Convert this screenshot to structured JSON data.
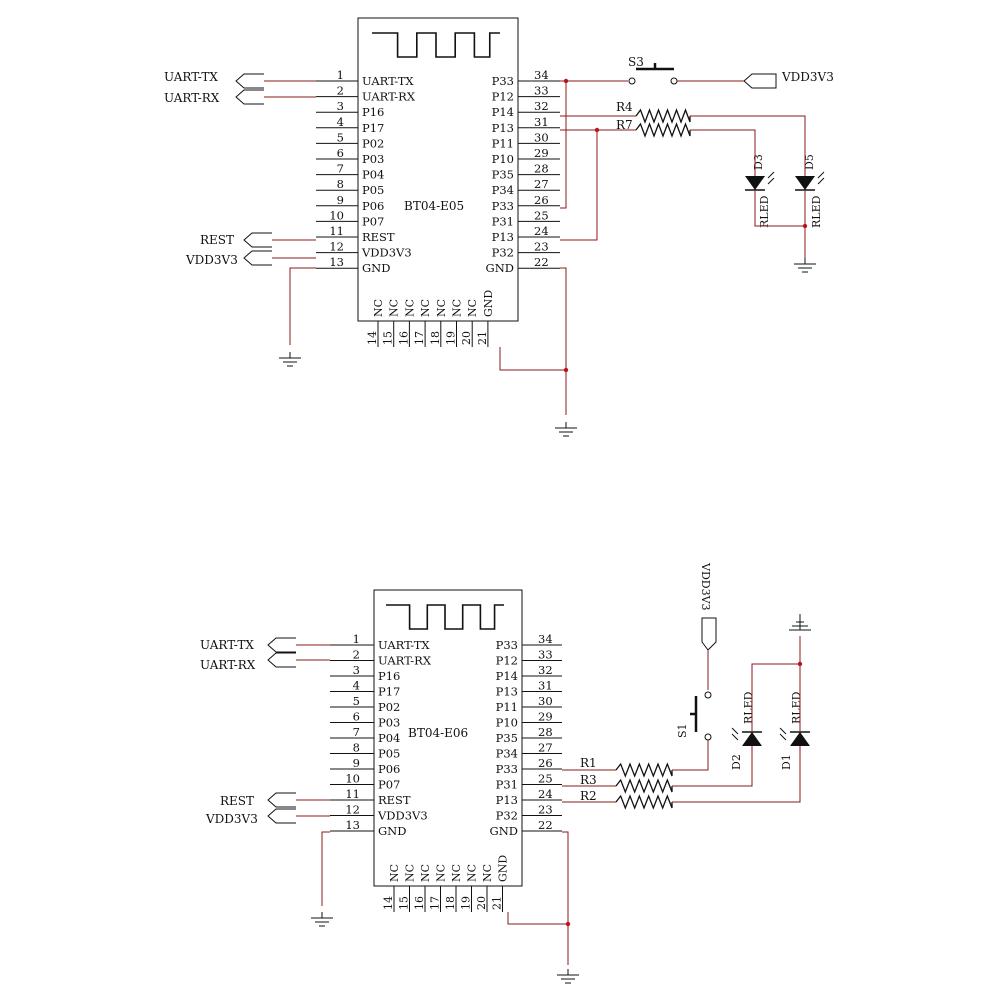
{
  "colors": {
    "wire": "#8b1a1a",
    "ink": "#111111",
    "junction": "#c0141c"
  },
  "schematics": [
    {
      "chip_name": "BT04-E05",
      "left_pins": [
        {
          "num": "1",
          "name": "UART-TX"
        },
        {
          "num": "2",
          "name": "UART-RX"
        },
        {
          "num": "3",
          "name": "P16"
        },
        {
          "num": "4",
          "name": "P17"
        },
        {
          "num": "5",
          "name": "P02"
        },
        {
          "num": "6",
          "name": "P03"
        },
        {
          "num": "7",
          "name": "P04"
        },
        {
          "num": "8",
          "name": "P05"
        },
        {
          "num": "9",
          "name": "P06"
        },
        {
          "num": "10",
          "name": "P07"
        },
        {
          "num": "11",
          "name": "REST"
        },
        {
          "num": "12",
          "name": "VDD3V3"
        },
        {
          "num": "13",
          "name": "GND"
        }
      ],
      "right_pins": [
        {
          "num": "34",
          "name": "P33"
        },
        {
          "num": "33",
          "name": "P12"
        },
        {
          "num": "32",
          "name": "P14"
        },
        {
          "num": "31",
          "name": "P13"
        },
        {
          "num": "30",
          "name": "P11"
        },
        {
          "num": "29",
          "name": "P10"
        },
        {
          "num": "28",
          "name": "P35"
        },
        {
          "num": "27",
          "name": "P34"
        },
        {
          "num": "26",
          "name": "P33"
        },
        {
          "num": "25",
          "name": "P31"
        },
        {
          "num": "24",
          "name": "P13"
        },
        {
          "num": "23",
          "name": "P32"
        },
        {
          "num": "22",
          "name": "GND"
        }
      ],
      "bottom_pins": [
        {
          "num": "14",
          "name": "NC"
        },
        {
          "num": "15",
          "name": "NC"
        },
        {
          "num": "16",
          "name": "NC"
        },
        {
          "num": "17",
          "name": "NC"
        },
        {
          "num": "18",
          "name": "NC"
        },
        {
          "num": "19",
          "name": "NC"
        },
        {
          "num": "20",
          "name": "NC"
        },
        {
          "num": "21",
          "name": "GND"
        }
      ],
      "net_labels": {
        "uart_tx": "UART-TX",
        "uart_rx": "UART-RX",
        "rest": "REST",
        "vdd": "VDD3V3",
        "vdd_right": "VDD3V3"
      },
      "switch": "S3",
      "resistors": [
        "R4",
        "R7"
      ],
      "leds": [
        {
          "ref": "D3",
          "part": "RLED"
        },
        {
          "ref": "D5",
          "part": "RLED"
        }
      ]
    },
    {
      "chip_name": "BT04-E06",
      "left_pins": [
        {
          "num": "1",
          "name": "UART-TX"
        },
        {
          "num": "2",
          "name": "UART-RX"
        },
        {
          "num": "3",
          "name": "P16"
        },
        {
          "num": "4",
          "name": "P17"
        },
        {
          "num": "5",
          "name": "P02"
        },
        {
          "num": "6",
          "name": "P03"
        },
        {
          "num": "7",
          "name": "P04"
        },
        {
          "num": "8",
          "name": "P05"
        },
        {
          "num": "9",
          "name": "P06"
        },
        {
          "num": "10",
          "name": "P07"
        },
        {
          "num": "11",
          "name": "REST"
        },
        {
          "num": "12",
          "name": "VDD3V3"
        },
        {
          "num": "13",
          "name": "GND"
        }
      ],
      "right_pins": [
        {
          "num": "34",
          "name": "P33"
        },
        {
          "num": "33",
          "name": "P12"
        },
        {
          "num": "32",
          "name": "P14"
        },
        {
          "num": "31",
          "name": "P13"
        },
        {
          "num": "30",
          "name": "P11"
        },
        {
          "num": "29",
          "name": "P10"
        },
        {
          "num": "28",
          "name": "P35"
        },
        {
          "num": "27",
          "name": "P34"
        },
        {
          "num": "26",
          "name": "P33"
        },
        {
          "num": "25",
          "name": "P31"
        },
        {
          "num": "24",
          "name": "P13"
        },
        {
          "num": "23",
          "name": "P32"
        },
        {
          "num": "22",
          "name": "GND"
        }
      ],
      "bottom_pins": [
        {
          "num": "14",
          "name": "NC"
        },
        {
          "num": "15",
          "name": "NC"
        },
        {
          "num": "16",
          "name": "NC"
        },
        {
          "num": "17",
          "name": "NC"
        },
        {
          "num": "18",
          "name": "NC"
        },
        {
          "num": "19",
          "name": "NC"
        },
        {
          "num": "20",
          "name": "NC"
        },
        {
          "num": "21",
          "name": "GND"
        }
      ],
      "net_labels": {
        "uart_tx": "UART-TX",
        "uart_rx": "UART-RX",
        "rest": "REST",
        "vdd": "VDD3V3",
        "vdd_top": "VDD3V3"
      },
      "switch": "S1",
      "resistors": [
        "R1",
        "R3",
        "R2"
      ],
      "leds": [
        {
          "ref": "D2",
          "part": "RLED"
        },
        {
          "ref": "D1",
          "part": "RLED"
        }
      ]
    }
  ]
}
